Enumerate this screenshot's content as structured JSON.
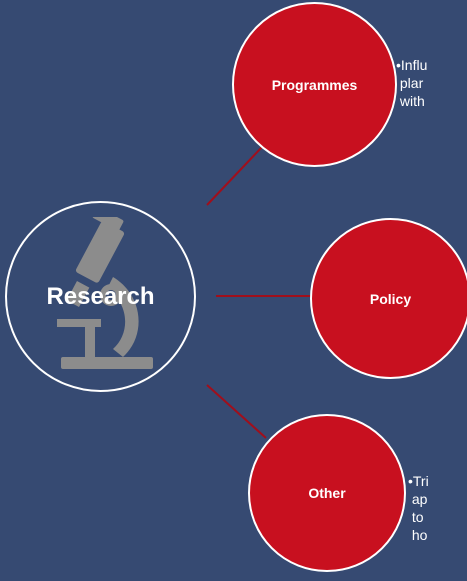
{
  "hub": {
    "label": "Research",
    "icon": "microscope-icon"
  },
  "branches": [
    {
      "label": "Programmes",
      "description": "•Influ\n plar\n with"
    },
    {
      "label": "Policy",
      "description": ""
    },
    {
      "label": "Other",
      "description": "•Tri\n ap\n to\n ho"
    }
  ],
  "colors": {
    "background": "#364a72",
    "node_fill": "#c8101f",
    "connector": "#a00f1c",
    "outline": "#ffffff",
    "icon": "#8c8c8c"
  }
}
